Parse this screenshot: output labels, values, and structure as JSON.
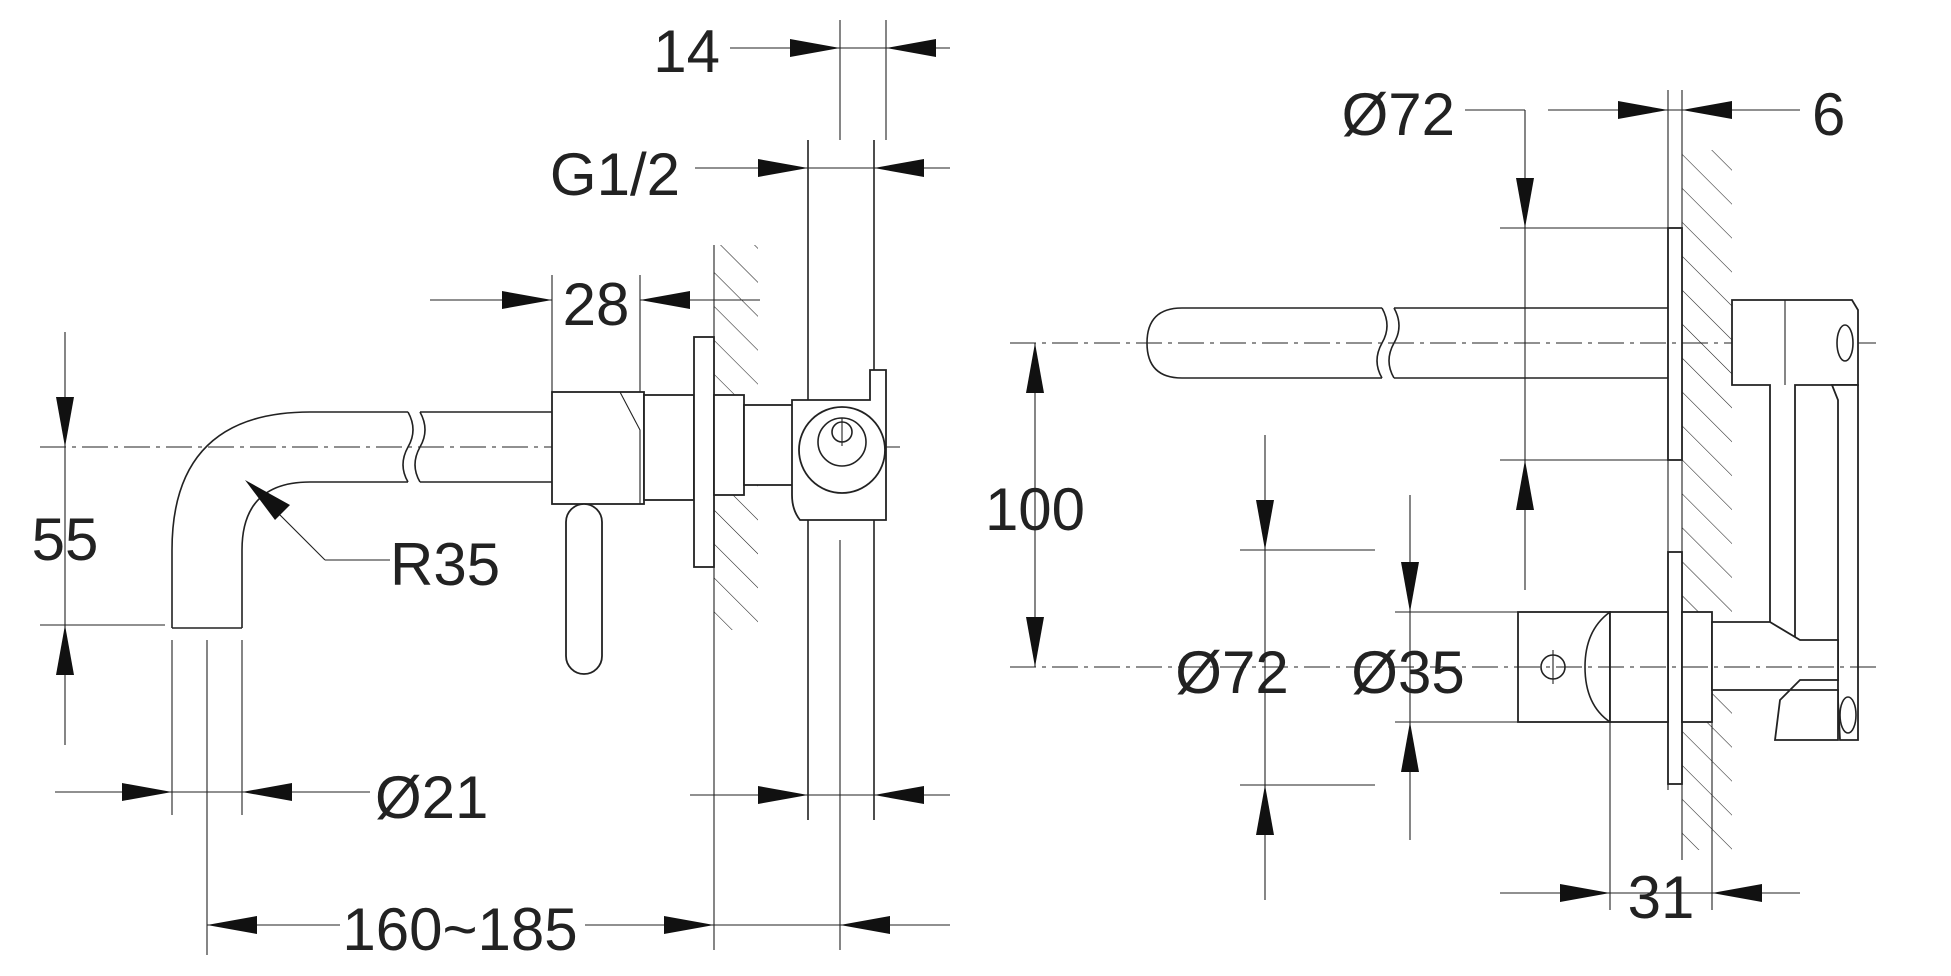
{
  "drawing": {
    "side_view": {
      "dimensions": {
        "d14": "14",
        "g12": "G1/2",
        "d28": "28",
        "d55": "55",
        "r35": "R35",
        "d21": "Ø21",
        "d160": "160~185"
      }
    },
    "front_view": {
      "dimensions": {
        "dia72_top": "Ø72",
        "d6": "6",
        "d100": "100",
        "dia72_mid": "Ø72",
        "dia35": "Ø35",
        "d31": "31"
      }
    },
    "colors": {
      "line": "#222222",
      "background": "#ffffff"
    }
  }
}
